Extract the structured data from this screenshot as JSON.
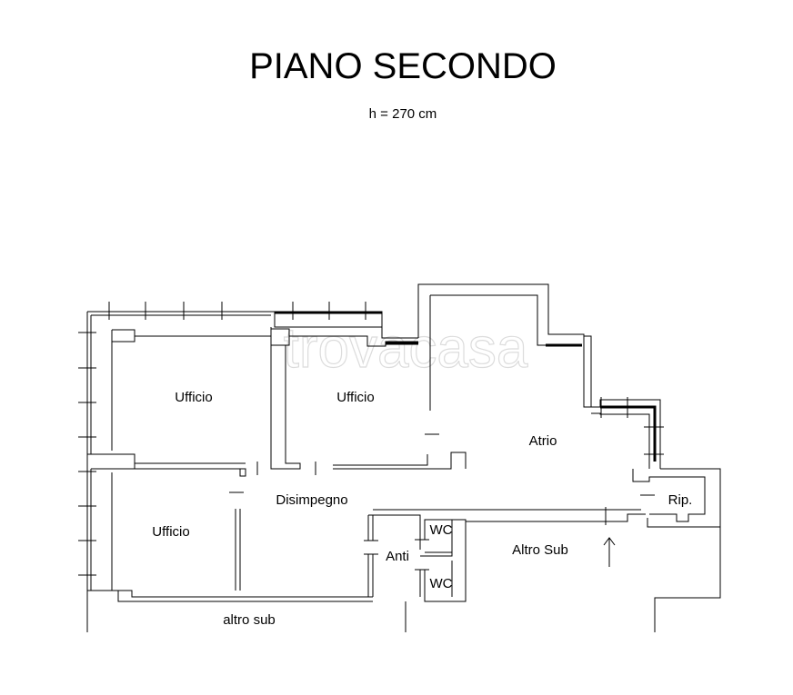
{
  "header": {
    "title": "PIANO SECONDO",
    "height_note": "h = 270 cm"
  },
  "watermark": "trovacasa",
  "rooms": {
    "ufficio_top_left": "Ufficio",
    "ufficio_top_center": "Ufficio",
    "atrio": "Atrio",
    "ripostiglio": "Rip.",
    "disimpegno": "Disimpegno",
    "ufficio_bottom_left": "Ufficio",
    "wc_upper": "WC",
    "anti": "Anti",
    "wc_lower": "WC",
    "altro_sub_right": "Altro Sub",
    "altro_sub_bottom": "altro sub"
  }
}
